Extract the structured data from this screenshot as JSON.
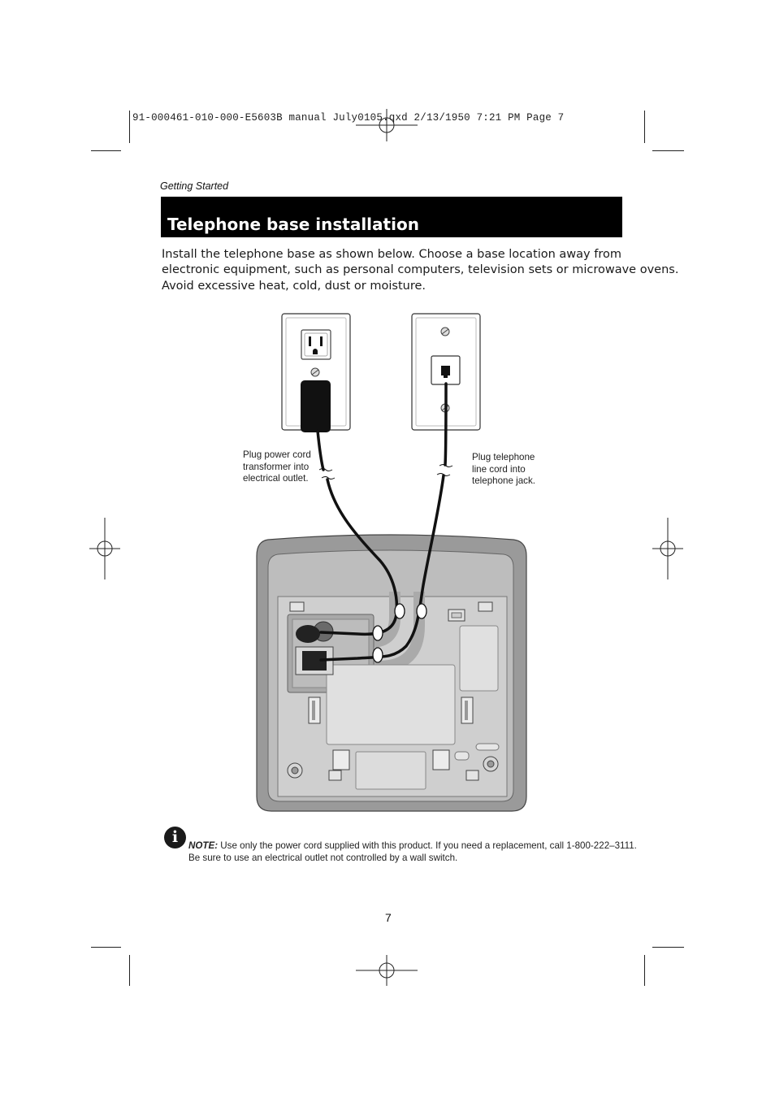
{
  "print_slug": "91-000461-010-000-E5603B manual July0105.qxd  2/13/1950  7:21 PM  Page 7",
  "section_label": "Getting Started",
  "title": "Telephone base installation",
  "intro_lines": [
    "Install the telephone base as shown below. Choose a base location away from",
    "electronic equipment, such as personal computers, television sets or microwave ovens.",
    "Avoid excessive heat, cold, dust or moisture."
  ],
  "diagram": {
    "power_caption": [
      "Plug power cord",
      "transformer into",
      "electrical outlet."
    ],
    "phone_caption": [
      "Plug telephone",
      "line cord into",
      "telephone jack."
    ]
  },
  "note": {
    "icon": "info-icon",
    "label": "NOTE:",
    "line1": " Use only the power cord supplied with this product. If you need a replacement, call 1-800-222–3111.",
    "line2": "Be sure to use an electrical outlet not controlled by a wall switch."
  },
  "page_number": "7"
}
